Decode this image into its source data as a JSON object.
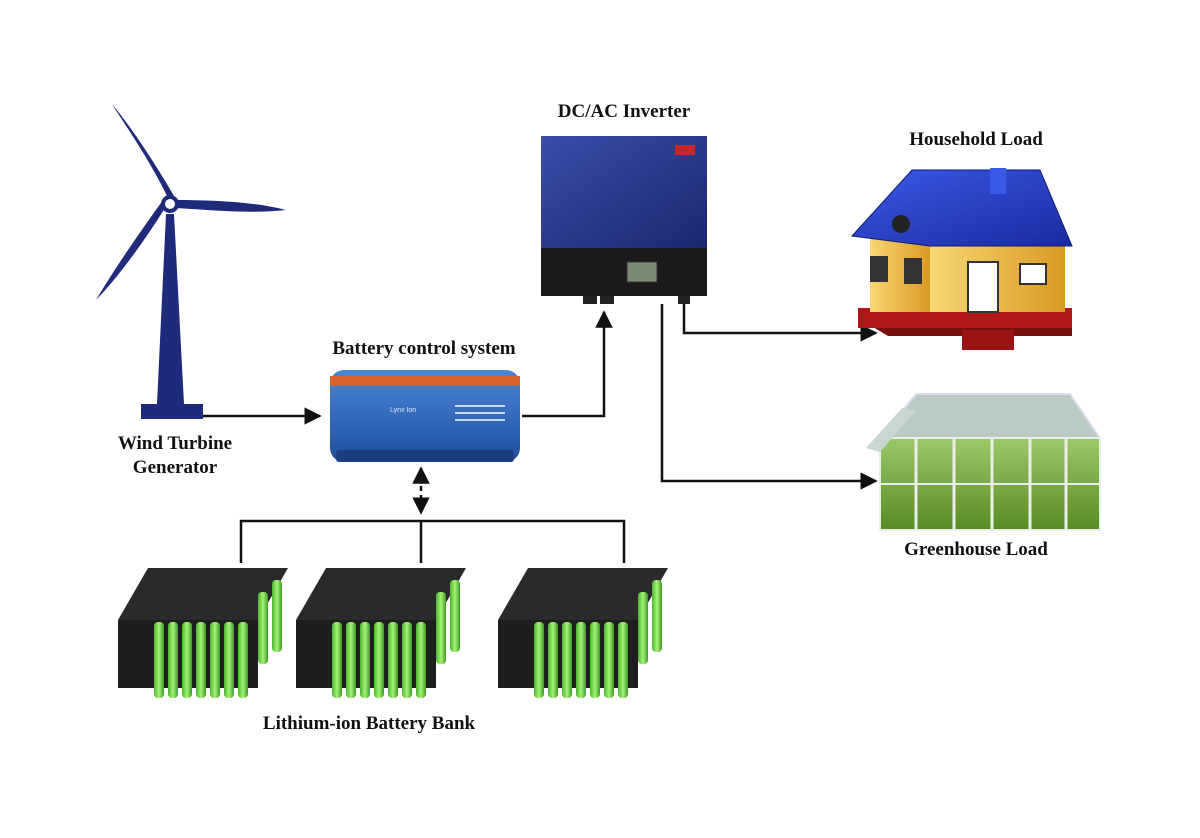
{
  "labels": {
    "inverter": "DC/AC Inverter",
    "household": "Household Load",
    "battery_control": "Battery control system",
    "wind_line1": "Wind Turbine",
    "wind_line2": "Generator",
    "greenhouse": "Greenhouse Load",
    "battery_bank": "Lithium-ion Battery Bank"
  },
  "colors": {
    "turbine": "#1f2a7a",
    "inverter_body": "#2a3a8c",
    "inverter_bottom": "#1a1a1a",
    "controller": "#2f62b8",
    "controller_stripe": "#d9622b",
    "house_wall": "#f2c64a",
    "house_roof": "#2540c8",
    "house_base": "#b01818",
    "greenhouse_glass": "#7fb03a",
    "battery_cell": "#7ee04a",
    "battery_top": "#2a2a2a",
    "wire": "#111111"
  },
  "icons": [
    "wind-turbine-icon",
    "inverter-icon",
    "battery-controller-icon",
    "house-icon",
    "greenhouse-icon",
    "battery-pack-icon"
  ]
}
